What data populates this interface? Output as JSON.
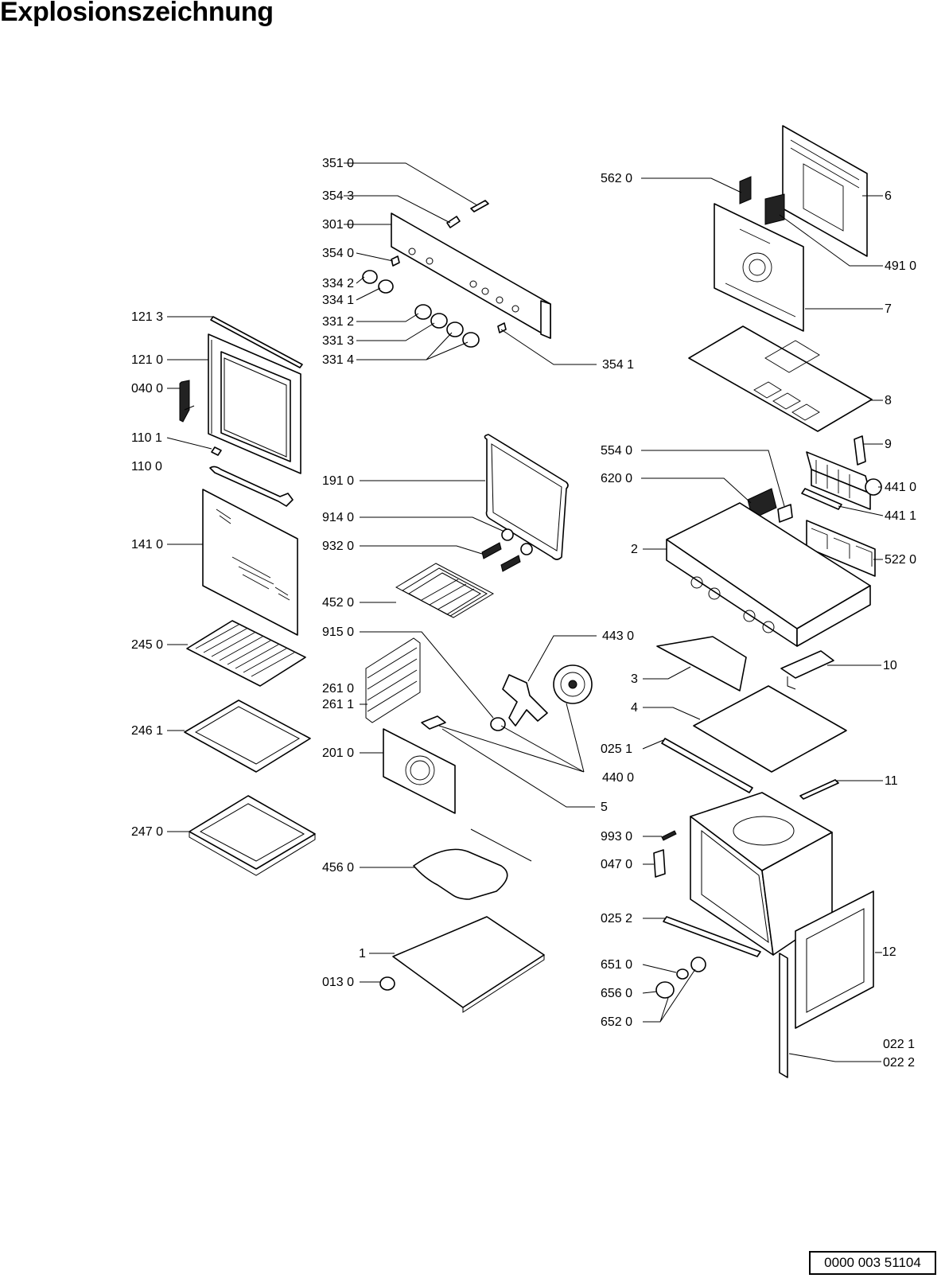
{
  "title": "Explosionszeichnung",
  "document_number": "0000 003 51104",
  "part_labels": [
    {
      "id": "351-0",
      "text": "351 0"
    },
    {
      "id": "354-3",
      "text": "354 3"
    },
    {
      "id": "301-0",
      "text": "301 0"
    },
    {
      "id": "354-0",
      "text": "354 0"
    },
    {
      "id": "334-2",
      "text": "334 2"
    },
    {
      "id": "334-1",
      "text": "334 1"
    },
    {
      "id": "331-2",
      "text": "331 2"
    },
    {
      "id": "331-3",
      "text": "331 3"
    },
    {
      "id": "331-4",
      "text": "331 4"
    },
    {
      "id": "354-1",
      "text": "354 1"
    },
    {
      "id": "121-3",
      "text": "121 3"
    },
    {
      "id": "121-0",
      "text": "121 0"
    },
    {
      "id": "040-0",
      "text": "040 0"
    },
    {
      "id": "110-1",
      "text": "110 1"
    },
    {
      "id": "110-0",
      "text": "110 0"
    },
    {
      "id": "141-0",
      "text": "141 0"
    },
    {
      "id": "245-0",
      "text": "245 0"
    },
    {
      "id": "246-1",
      "text": "246 1"
    },
    {
      "id": "247-0",
      "text": "247 0"
    },
    {
      "id": "191-0",
      "text": "191 0"
    },
    {
      "id": "914-0",
      "text": "914 0"
    },
    {
      "id": "932-0",
      "text": "932 0"
    },
    {
      "id": "452-0",
      "text": "452 0"
    },
    {
      "id": "915-0",
      "text": "915 0"
    },
    {
      "id": "261-0",
      "text": "261 0"
    },
    {
      "id": "261-1",
      "text": "261 1"
    },
    {
      "id": "201-0",
      "text": "201 0"
    },
    {
      "id": "456-0",
      "text": "456 0"
    },
    {
      "id": "1",
      "text": "1"
    },
    {
      "id": "013-0",
      "text": "013 0"
    },
    {
      "id": "443-0",
      "text": "443 0"
    },
    {
      "id": "440-0",
      "text": "440 0"
    },
    {
      "id": "5",
      "text": "5"
    },
    {
      "id": "562-0",
      "text": "562 0"
    },
    {
      "id": "6",
      "text": "6"
    },
    {
      "id": "491-0",
      "text": "491 0"
    },
    {
      "id": "7",
      "text": "7"
    },
    {
      "id": "8",
      "text": "8"
    },
    {
      "id": "9",
      "text": "9"
    },
    {
      "id": "554-0",
      "text": "554 0"
    },
    {
      "id": "620-0",
      "text": "620 0"
    },
    {
      "id": "441-0",
      "text": "441 0"
    },
    {
      "id": "441-1",
      "text": "441 1"
    },
    {
      "id": "2",
      "text": "2"
    },
    {
      "id": "522-0",
      "text": "522 0"
    },
    {
      "id": "3",
      "text": "3"
    },
    {
      "id": "10",
      "text": "10"
    },
    {
      "id": "4",
      "text": "4"
    },
    {
      "id": "025-1",
      "text": "025 1"
    },
    {
      "id": "11",
      "text": "11"
    },
    {
      "id": "993-0",
      "text": "993 0"
    },
    {
      "id": "047-0",
      "text": "047 0"
    },
    {
      "id": "025-2",
      "text": "025 2"
    },
    {
      "id": "12",
      "text": "–12"
    },
    {
      "id": "651-0",
      "text": "651 0"
    },
    {
      "id": "656-0",
      "text": "656 0"
    },
    {
      "id": "652-0",
      "text": "652 0"
    },
    {
      "id": "022-1",
      "text": "022 1"
    },
    {
      "id": "022-2",
      "text": "022 2"
    }
  ]
}
